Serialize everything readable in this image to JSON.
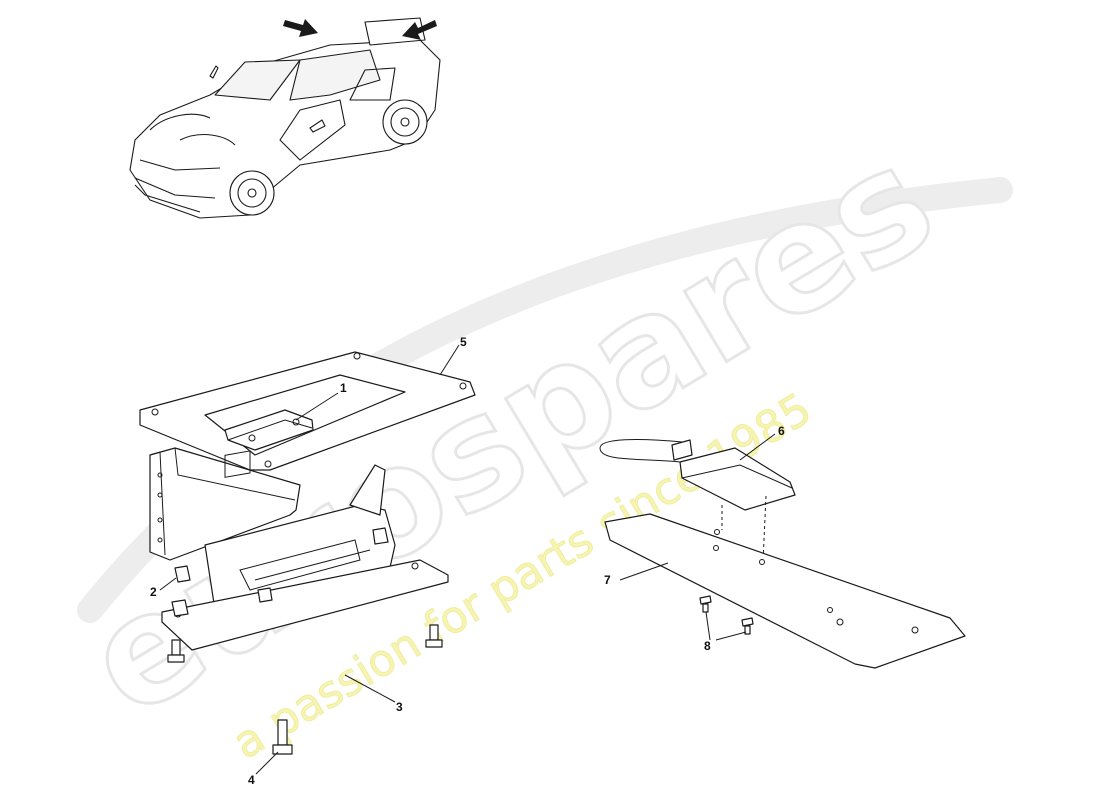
{
  "watermark": {
    "brand": "eurospares",
    "tagline": "a passion for parts since 1985"
  },
  "callouts": [
    {
      "id": "1",
      "label": "1"
    },
    {
      "id": "2",
      "label": "2"
    },
    {
      "id": "3",
      "label": "3"
    },
    {
      "id": "4",
      "label": "4"
    },
    {
      "id": "5",
      "label": "5"
    },
    {
      "id": "6",
      "label": "6"
    },
    {
      "id": "7",
      "label": "7"
    },
    {
      "id": "8",
      "label": "8"
    }
  ]
}
